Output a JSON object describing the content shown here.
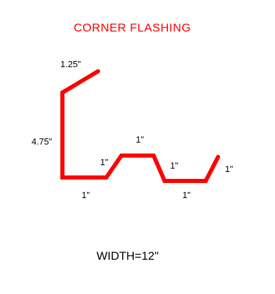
{
  "title": "CORNER FLASHING",
  "colors": {
    "title": "#ff0000",
    "profile": "#ff0000",
    "text": "#000000",
    "background": "#ffffff"
  },
  "dimensions": {
    "top_flange": "1.25\"",
    "vertical": "4.75\"",
    "bottom_flat": "1\"",
    "rise_1": "1\"",
    "top_flat": "1\"",
    "drop": "1\"",
    "bottom_flat_2": "1\"",
    "end_lip": "1\""
  },
  "width_label": "WIDTH=12\""
}
